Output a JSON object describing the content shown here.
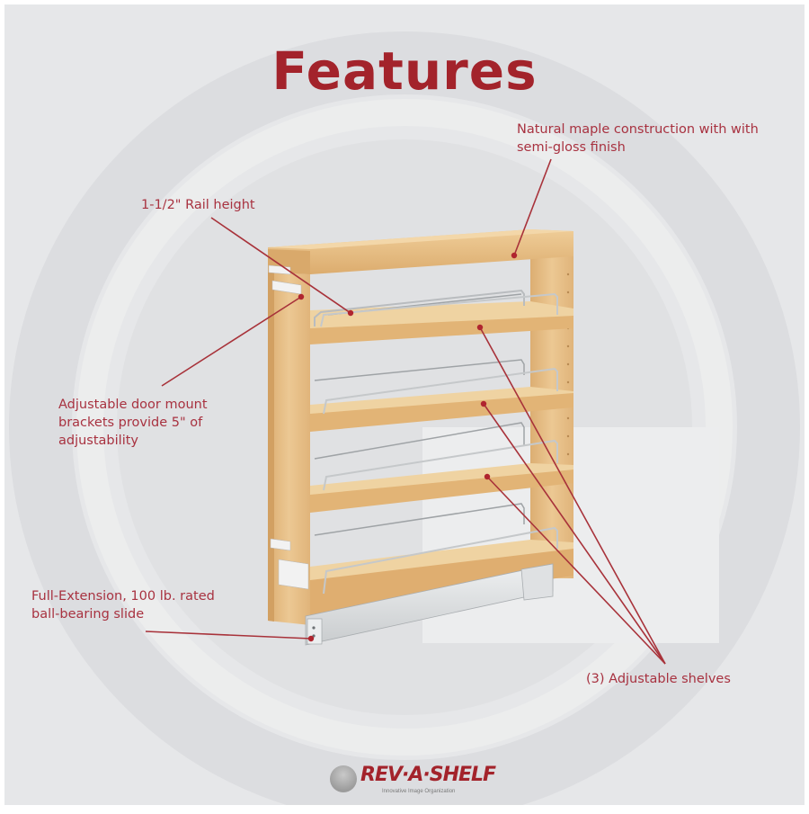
{
  "title": "Features",
  "colors": {
    "accent": "#a3232b",
    "callout_text": "#a83240",
    "leader_line": "#a8323a",
    "background": "#e6e7e9",
    "ring": "#dcdde0",
    "maple": "#e7bf88",
    "steel": "#d8dadc"
  },
  "callouts": [
    {
      "id": "maple",
      "text": "Natural maple construction with with\nsemi-gloss finish"
    },
    {
      "id": "rail",
      "text": "1-1/2\" Rail height"
    },
    {
      "id": "brackets",
      "text": "Adjustable door mount\nbrackets provide 5\" of\nadjustability"
    },
    {
      "id": "slide",
      "text": "Full-Extension, 100 lb. rated\nball-bearing slide"
    },
    {
      "id": "shelves",
      "text": "(3) Adjustable shelves"
    }
  ],
  "product": {
    "image_alt": "Maple base cabinet pull-out organizer with three adjustable shelves, chrome rails and ball-bearing slide",
    "shelf_count": 3
  },
  "logo": {
    "brand": "REV·A·SHELF",
    "tagline": "Innovative Image Organization",
    "icon": "rev-a-shelf-circle-logo-icon"
  }
}
